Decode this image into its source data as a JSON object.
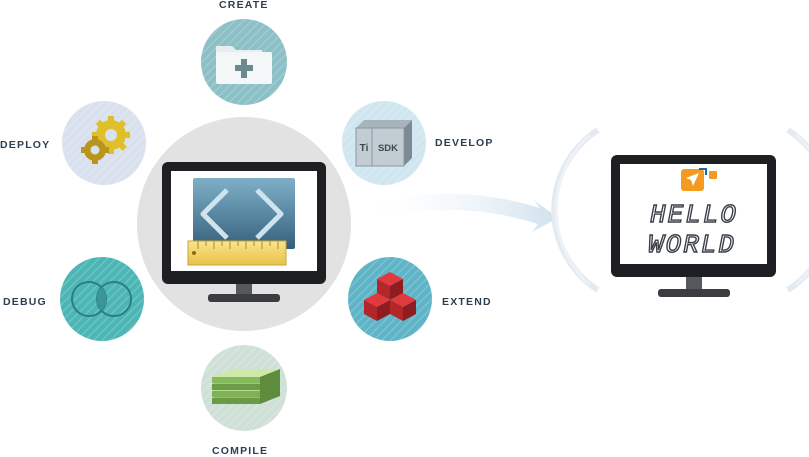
{
  "cycle": {
    "steps": [
      {
        "label": "CREATE",
        "icon": "folder-plus-icon",
        "color": "#8cc0c6"
      },
      {
        "label": "DEVELOP",
        "icon": "sdk-box-icon",
        "color": "#d0e6f0"
      },
      {
        "label": "EXTEND",
        "icon": "red-cubes-icon",
        "color": "#5fb4c7"
      },
      {
        "label": "COMPILE",
        "icon": "paper-stack-icon",
        "color": "#cfe0d6"
      },
      {
        "label": "DEBUG",
        "icon": "venn-circles-icon",
        "color": "#4cb6b4"
      },
      {
        "label": "DEPLOY",
        "icon": "gears-icon",
        "color": "#d9e1ee"
      }
    ],
    "center_icon": "code-ruler-icon",
    "sdk_box_labels": {
      "left": "Ti",
      "right": "SDK"
    }
  },
  "result": {
    "screen_text_line1": "HELLO",
    "screen_text_line2": "WORLD",
    "logo_icon": "titanium-logo-icon",
    "accent": "#f39a1f"
  }
}
